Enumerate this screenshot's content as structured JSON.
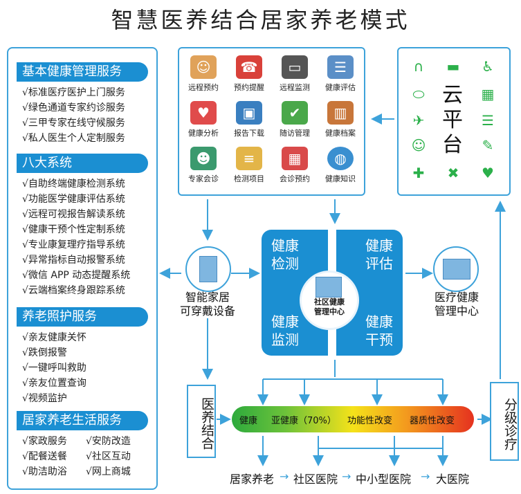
{
  "title": "智慧医养结合居家养老模式",
  "left_panel": {
    "sections": [
      {
        "heading": "基本健康管理服务",
        "items": [
          "√标准医疗医护上门服务",
          "√绿色通道专家约诊服务",
          "√三甲专家在线守候服务",
          "√私人医生个人定制服务"
        ]
      },
      {
        "heading": "八大系统",
        "items": [
          "√自助终端健康检测系统",
          "√功能医学健康评估系统",
          "√远程可视报告解读系统",
          "√健康干预个性定制系统",
          "√专业康复理疗指导系统",
          "√异常指标自动报警系统",
          "√微信 APP 动态提醒系统",
          "√云端档案终身跟踪系统"
        ]
      },
      {
        "heading": "养老照护服务",
        "items": [
          "√亲友健康关怀",
          "√跌倒报警",
          "√一键呼叫救助",
          "√亲友位置查询",
          "√视频监护"
        ]
      },
      {
        "heading": "居家养老生活服务",
        "items": [
          "√家政服务",
          "√安防改造",
          "√配餐送餐",
          "√社区互动",
          "√助洁助浴",
          "√网上商城"
        ]
      }
    ]
  },
  "services": [
    {
      "label": "远程预约",
      "icon": "receptionist-icon",
      "color": "#e0a25a"
    },
    {
      "label": "预约提醒",
      "icon": "phone-24-7-icon",
      "color": "#d9413a"
    },
    {
      "label": "远程监测",
      "icon": "monitor-icon",
      "color": "#555555"
    },
    {
      "label": "健康评估",
      "icon": "id-card-icon",
      "color": "#5b8fc7"
    },
    {
      "label": "健康分析",
      "icon": "heart-plus-icon",
      "color": "#e04b4b"
    },
    {
      "label": "报告下载",
      "icon": "floppy-disk-icon",
      "color": "#3a7fc0"
    },
    {
      "label": "随访管理",
      "icon": "user-check-icon",
      "color": "#4aa84a"
    },
    {
      "label": "健康档案",
      "icon": "binders-icon",
      "color": "#c8763a"
    },
    {
      "label": "专家会诊",
      "icon": "doctor-icon",
      "color": "#3b9a6e"
    },
    {
      "label": "检测项目",
      "icon": "clipboard-icon",
      "color": "#e3b548"
    },
    {
      "label": "会诊预约",
      "icon": "calendar-icon",
      "color": "#d94a4a"
    },
    {
      "label": "健康知识",
      "icon": "globe-icon",
      "color": "#3a8fd0"
    }
  ],
  "cloud": {
    "label": "云平台",
    "icon_color": "#2bb04a",
    "icons": [
      "stethoscope-icon",
      "ambulance-icon",
      "wheelchair-icon",
      "pill-icon",
      "hospital-icon",
      "airplane-icon",
      "medical-chart-icon",
      "nurse-icon",
      "syringe-icon",
      "first-aid-kit-icon",
      "bandage-icon",
      "heart-plus-icon"
    ]
  },
  "center": {
    "quadrants": [
      "健康\n检测",
      "健康\n评估",
      "健康\n监测",
      "健康\n干预"
    ],
    "hub_label": "社区健康\n管理中心",
    "accent": "#1b8fd2"
  },
  "left_node": "智能家居\n可穿戴设备",
  "right_node": "医疗健康\n管理中心",
  "left_vertical": "医养结合",
  "right_vertical": "分级诊疗",
  "gradient_bar": {
    "labels": [
      "健康",
      "亚健康（70%）",
      "功能性改变",
      "器质性改变"
    ],
    "colors": [
      "#2daa3d",
      "#f5e21a",
      "#e5321f"
    ]
  },
  "bottom_chain": [
    "居家养老",
    "社区医院",
    "中小型医院",
    "大医院"
  ]
}
